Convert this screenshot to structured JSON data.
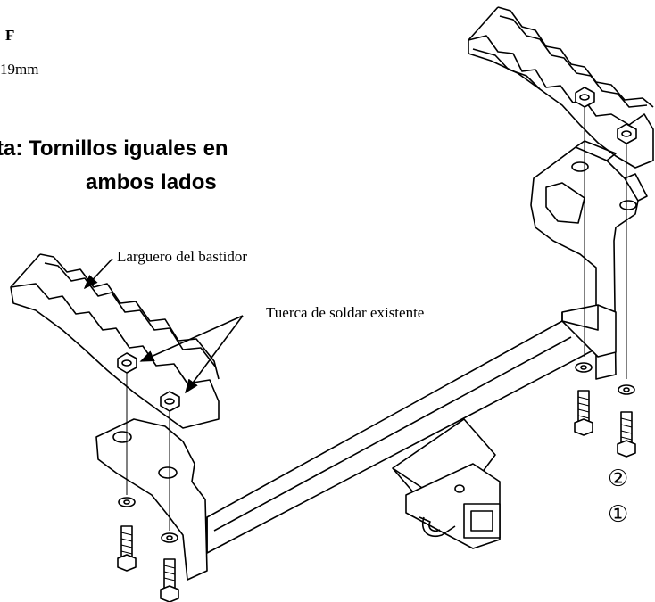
{
  "header": {
    "grade_label": "F",
    "size_label": "19mm"
  },
  "note": {
    "line1": "ta: Tornillos iguales en",
    "line2": "ambos lados"
  },
  "callouts": {
    "frame_rail": "Larguero del bastidor",
    "weld_nut": "Tuerca de soldar existente"
  },
  "legend": {
    "item2": "②",
    "item1": "①"
  }
}
